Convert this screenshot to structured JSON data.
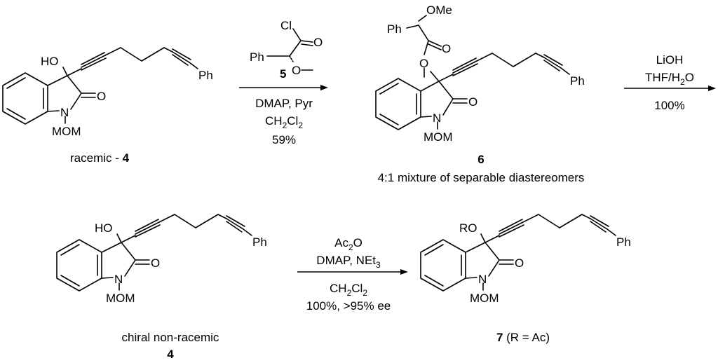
{
  "compounds": {
    "racemic_4": {
      "atoms": {
        "ho": "HO",
        "o": "O",
        "n": "N",
        "mom": "MOM",
        "ph": "Ph"
      },
      "caption_prefix": "racemic - ",
      "caption_num": "4"
    },
    "reagent_5": {
      "atoms": {
        "cl": "Cl",
        "o_carbonyl": "O",
        "ph": "Ph",
        "o_ether": "O"
      },
      "number": "5"
    },
    "ester_6": {
      "atoms": {
        "ome": "OMe",
        "ph_top": "Ph",
        "o_carbonyl": "O",
        "o_ester": "O",
        "o": "O",
        "n": "N",
        "mom": "MOM",
        "ph": "Ph"
      },
      "number": "6",
      "caption": "4:1 mixture of separable diastereomers"
    },
    "chiral_4": {
      "atoms": {
        "ho": "HO",
        "o": "O",
        "n": "N",
        "mom": "MOM",
        "ph": "Ph"
      },
      "caption": "chiral non-racemic",
      "caption_num": "4"
    },
    "acetate_7": {
      "atoms": {
        "ro": "RO",
        "o": "O",
        "n": "N",
        "mom": "MOM",
        "ph": "Ph"
      },
      "caption_num": "7",
      "caption_rest": " (R = Ac)"
    }
  },
  "arrows": {
    "step1": {
      "below": [
        "DMAP, Pyr",
        "CH",
        "2",
        "Cl",
        "2",
        "59%"
      ]
    },
    "step2": {
      "above": [
        "LiOH",
        "THF/H",
        "2",
        "O"
      ],
      "below": [
        "100%"
      ]
    },
    "step3": {
      "above": [
        "Ac",
        "2",
        "O",
        "DMAP, NEt",
        "3"
      ],
      "below": [
        "CH",
        "2",
        "Cl",
        "2",
        "100%, >95% ee"
      ]
    }
  }
}
